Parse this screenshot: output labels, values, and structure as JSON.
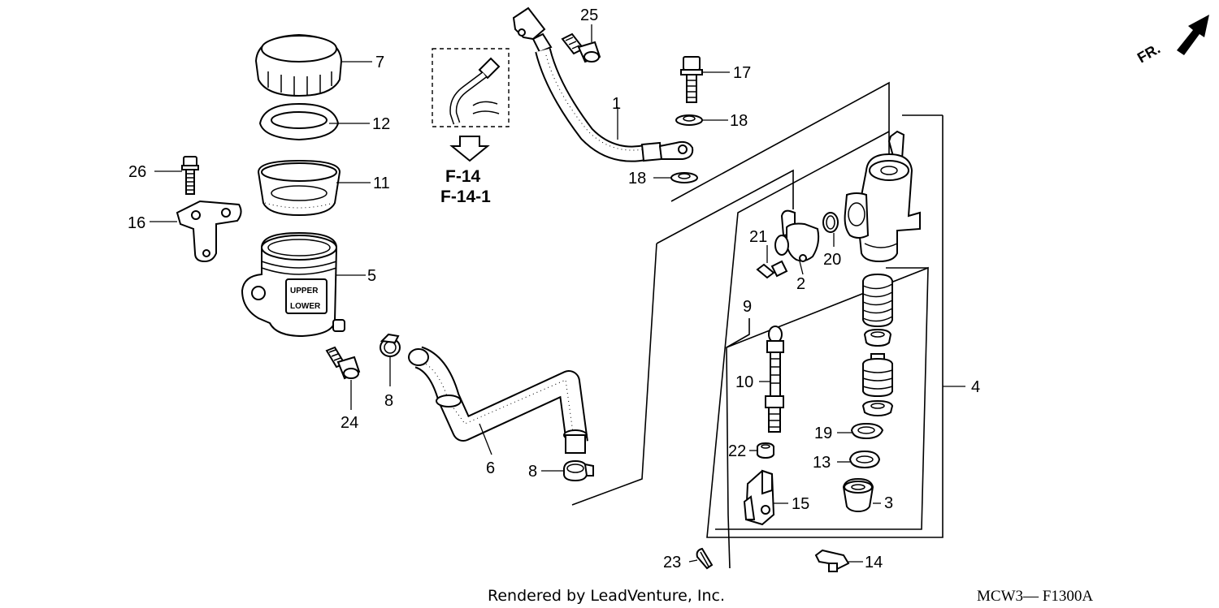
{
  "diagram": {
    "callouts": [
      {
        "id": "p1",
        "label": "1"
      },
      {
        "id": "p2",
        "label": "2"
      },
      {
        "id": "p3",
        "label": "3"
      },
      {
        "id": "p4",
        "label": "4"
      },
      {
        "id": "p5",
        "label": "5"
      },
      {
        "id": "p6",
        "label": "6"
      },
      {
        "id": "p7",
        "label": "7"
      },
      {
        "id": "p8a",
        "label": "8"
      },
      {
        "id": "p8b",
        "label": "8"
      },
      {
        "id": "p9",
        "label": "9"
      },
      {
        "id": "p10",
        "label": "10"
      },
      {
        "id": "p11",
        "label": "11"
      },
      {
        "id": "p12",
        "label": "12"
      },
      {
        "id": "p13",
        "label": "13"
      },
      {
        "id": "p14",
        "label": "14"
      },
      {
        "id": "p15",
        "label": "15"
      },
      {
        "id": "p16",
        "label": "16"
      },
      {
        "id": "p17",
        "label": "17"
      },
      {
        "id": "p18a",
        "label": "18"
      },
      {
        "id": "p18b",
        "label": "18"
      },
      {
        "id": "p19",
        "label": "19"
      },
      {
        "id": "p20",
        "label": "20"
      },
      {
        "id": "p21",
        "label": "21"
      },
      {
        "id": "p22",
        "label": "22"
      },
      {
        "id": "p23",
        "label": "23"
      },
      {
        "id": "p24",
        "label": "24"
      },
      {
        "id": "p25",
        "label": "25"
      },
      {
        "id": "p26",
        "label": "26"
      }
    ],
    "reference": {
      "line1": "F-14",
      "line2": "F-14-1"
    },
    "reservoir_marks": {
      "upper": "UPPER",
      "lower": "LOWER"
    },
    "front_indicator": "FR.",
    "credit": "Rendered by LeadVenture, Inc.",
    "diagram_code": "MCW3— F1300A"
  }
}
